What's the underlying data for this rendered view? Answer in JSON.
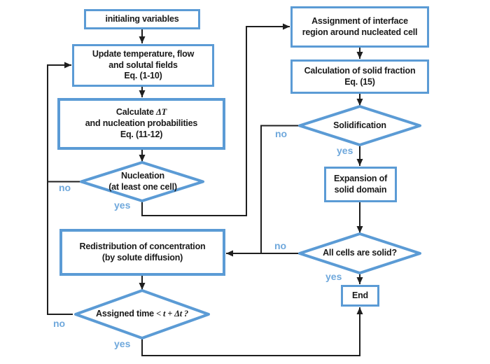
{
  "diagram": {
    "colors": {
      "accent": "#5B9BD5",
      "label": "#6FA8DC",
      "line": "#1f1f1f",
      "text": "#1a1a1a",
      "bg": "#ffffff"
    },
    "nodes": {
      "init": {
        "lines": [
          "initialing variables"
        ]
      },
      "update": {
        "lines": [
          "Update temperature, flow",
          "and solutal fields",
          "Eq. (1-10)"
        ]
      },
      "calc": {
        "prefix": "Calculate ",
        "math": "ΔT",
        "lines": [
          "and nucleation probabilities",
          "Eq. (11-12)"
        ]
      },
      "nucleation": {
        "lines": [
          "Nucleation",
          "(at least one cell)"
        ]
      },
      "assignment": {
        "lines": [
          "Assignment of interface",
          "region around nucleated cell"
        ]
      },
      "solidfraction": {
        "lines": [
          "Calculation of solid fraction",
          "Eq. (15)"
        ]
      },
      "solidification": {
        "lines": [
          "Solidification"
        ]
      },
      "expansion": {
        "lines": [
          "Expansion of",
          "solid domain"
        ]
      },
      "allcells": {
        "lines": [
          "All cells are solid?"
        ]
      },
      "redistribution": {
        "lines": [
          "Redistribution of concentration",
          "(by solute diffusion)"
        ]
      },
      "assignedtime": {
        "prefix": "Assigned time ",
        "math": "< t + Δt ?"
      },
      "end": {
        "lines": [
          "End"
        ]
      }
    },
    "labels": {
      "nucleation_no": "no",
      "nucleation_yes": "yes",
      "solidification_no": "no",
      "solidification_yes": "yes",
      "allcells_no": "no",
      "allcells_yes": "yes",
      "assigned_no": "no",
      "assigned_yes": "yes"
    }
  }
}
